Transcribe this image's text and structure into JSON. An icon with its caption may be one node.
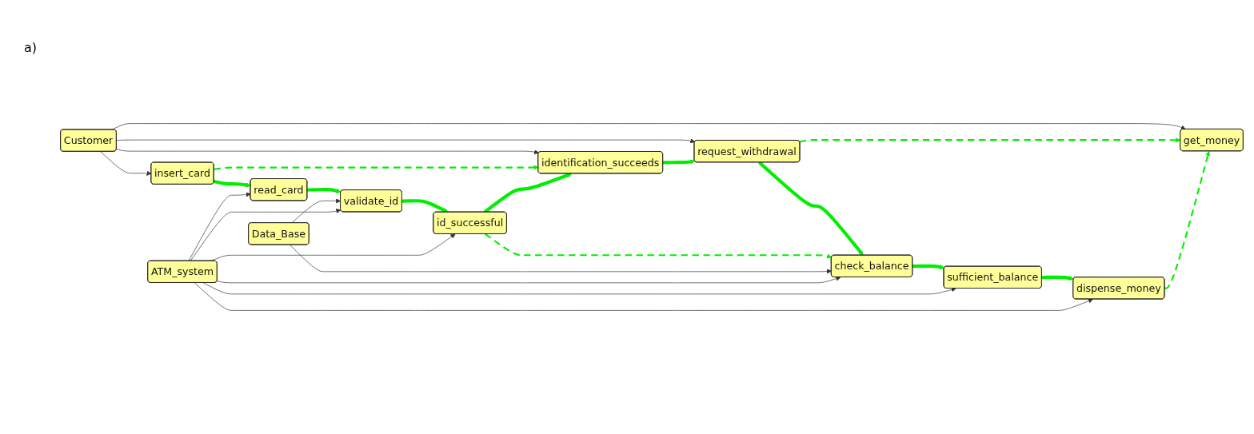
{
  "diagram": {
    "nodes": [
      {
        "text": [
          "Customer"
        ]
      },
      {
        "text": [
          "insert_card"
        ]
      },
      {
        "text": [
          "identification_succeeds"
        ]
      },
      {
        "text": [
          "request_withdrawal"
        ]
      },
      {
        "text": [
          "get_money"
        ]
      },
      {
        "text": [
          "read_card"
        ]
      },
      {
        "text": [
          "validate_id"
        ]
      },
      {
        "text": [
          "id_successful"
        ]
      },
      {
        "text": [
          "check_balance"
        ]
      },
      {
        "text": [
          "sufficient_balance"
        ]
      },
      {
        "text": [
          "dispense_money"
        ]
      },
      {
        "text": [
          "Data_Base"
        ]
      },
      {
        "text": [
          "ATM_system"
        ]
      }
    ],
    "edges": [
      {
        "from": 0,
        "to": 1,
        "arrow": "to"
      },
      {
        "from": 0,
        "to": 2,
        "arrow": "to"
      },
      {
        "from": 0,
        "to": 3,
        "arrow": "to"
      },
      {
        "from": 0,
        "to": 4,
        "arrow": "to"
      },
      {
        "from": 1,
        "to": 2,
        "arrow": "to",
        "style": "dashed",
        "color": "#00ee00"
      },
      {
        "from": 2,
        "to": 3,
        "arrow": "to",
        "style": "thick",
        "color": "#00ee00"
      },
      {
        "from": 3,
        "to": 4,
        "arrow": "to",
        "style": "dashed",
        "color": "#00ee00"
      },
      {
        "from": 1,
        "to": 5,
        "arrow": "to",
        "style": "thick",
        "color": "#00ee00"
      },
      {
        "from": 3,
        "to": 8,
        "arrow": "to",
        "style": "thick",
        "color": "#00ee00"
      },
      {
        "from": 5,
        "to": 6,
        "arrow": "to",
        "style": "thick",
        "color": "#00ee00"
      },
      {
        "from": 6,
        "to": 7,
        "arrow": "to",
        "style": "thick",
        "color": "#00ee00"
      },
      {
        "from": 7,
        "to": 2,
        "arrow": "to",
        "style": "thick",
        "color": "#00ee00"
      },
      {
        "from": 7,
        "to": 8,
        "arrow": "to",
        "style": "dashed",
        "color": "#00ee00"
      },
      {
        "from": 8,
        "to": 9,
        "arrow": "to",
        "style": "thick",
        "color": "#00ee00"
      },
      {
        "from": 9,
        "to": 10,
        "arrow": "to",
        "style": "thick",
        "color": "#00ee00"
      },
      {
        "from": 10,
        "to": 4,
        "arrow": "to",
        "style": "dashed",
        "color": "#00ee00"
      },
      {
        "from": 11,
        "to": 6,
        "arrow": "to"
      },
      {
        "from": 11,
        "to": 8,
        "arrow": "to"
      },
      {
        "from": 12,
        "to": 5,
        "arrow": "to"
      },
      {
        "from": 12,
        "to": 6,
        "arrow": "to"
      },
      {
        "from": 12,
        "to": 7,
        "arrow": "to"
      },
      {
        "from": 12,
        "to": 8,
        "arrow": "to"
      },
      {
        "from": 12,
        "to": 9,
        "arrow": "to"
      },
      {
        "from": 12,
        "to": 10,
        "arrow": "to"
      }
    ],
    "labels": [
      "a)"
    ]
  }
}
